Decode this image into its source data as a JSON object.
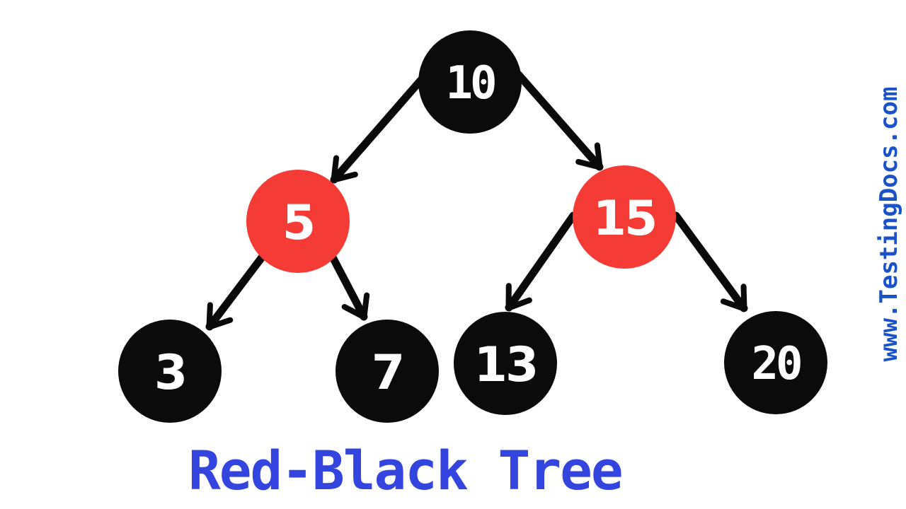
{
  "diagram": {
    "title": "Red-Black Tree",
    "watermark": "www.TestingDocs.com",
    "colors": {
      "red_node": "#F43B35",
      "black_node": "#0B0B0B",
      "node_text": "#FFFFFF",
      "edge": "#0A0A0A",
      "title_blue": "#3444DF",
      "watermark_blue": "#1A52C9",
      "background": "#FFFFFF"
    },
    "tree": {
      "root": "10",
      "nodes": [
        {
          "value": "10",
          "color": "black",
          "role": "root"
        },
        {
          "value": "5",
          "color": "red",
          "parent": "10",
          "side": "left"
        },
        {
          "value": "15",
          "color": "red",
          "parent": "10",
          "side": "right"
        },
        {
          "value": "3",
          "color": "black",
          "parent": "5",
          "side": "left"
        },
        {
          "value": "7",
          "color": "black",
          "parent": "5",
          "side": "right"
        },
        {
          "value": "13",
          "color": "black",
          "parent": "15",
          "side": "left"
        },
        {
          "value": "20",
          "color": "black",
          "parent": "15",
          "side": "right"
        }
      ],
      "edges": [
        {
          "from": "10",
          "to": "5"
        },
        {
          "from": "10",
          "to": "15"
        },
        {
          "from": "5",
          "to": "3"
        },
        {
          "from": "5",
          "to": "7"
        },
        {
          "from": "15",
          "to": "13"
        },
        {
          "from": "15",
          "to": "20"
        }
      ]
    }
  }
}
